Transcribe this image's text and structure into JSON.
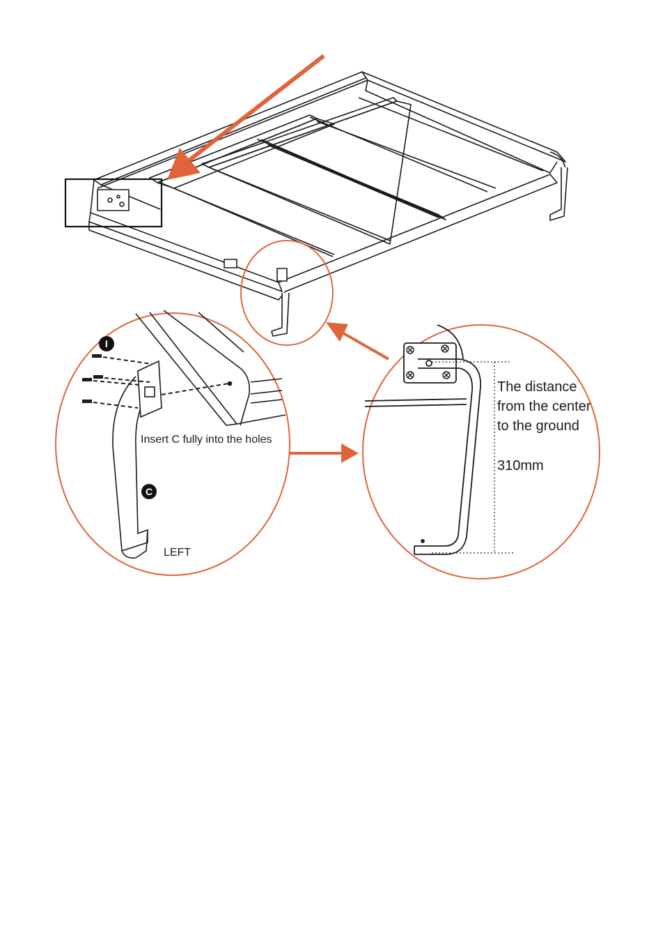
{
  "badges": {
    "screw": "I",
    "leg": "C"
  },
  "labels": {
    "insert_instruction": "Insert C fully into the holes",
    "side": "LEFT",
    "distance_line1": "The distance",
    "distance_line2": "from the center",
    "distance_line3": "to the ground",
    "distance_value": "310mm"
  },
  "colors": {
    "accent": "#e0643a",
    "line": "#1a1a1a"
  }
}
